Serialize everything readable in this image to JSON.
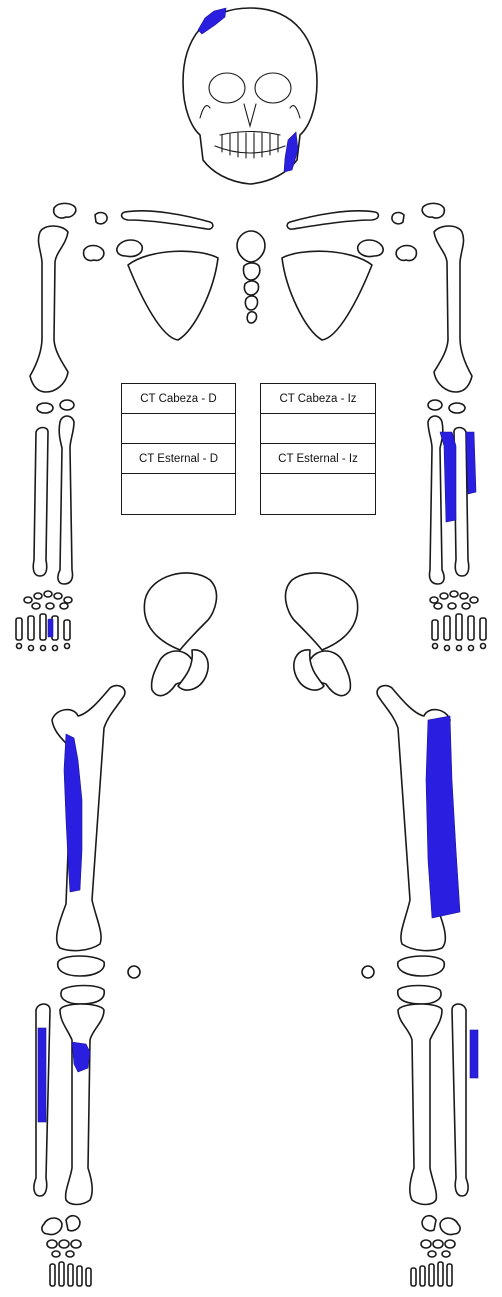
{
  "highlight_color": "#2a1fe0",
  "ct_tables": {
    "right": {
      "row1": "CT Cabeza - D",
      "row2": "",
      "row3": "CT Esternal - D",
      "row4": ""
    },
    "left": {
      "row1": "CT Cabeza - Iz",
      "row2": "",
      "row3": "CT Esternal - Iz",
      "row4": ""
    }
  }
}
